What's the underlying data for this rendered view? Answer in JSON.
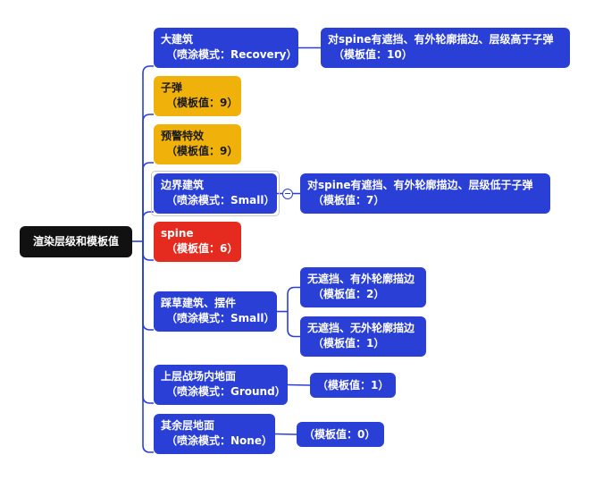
{
  "root": {
    "label": "渲染层级和模板值"
  },
  "branches": [
    {
      "id": "building",
      "line1": "大建筑",
      "line2": "（喷涂模式：Recovery）",
      "color": "blue",
      "children": [
        {
          "line1": "对spine有遮挡、有外轮廓描边、层级高于子弹",
          "line2": "（模板值：10）"
        }
      ]
    },
    {
      "id": "bullet",
      "line1": "子弹",
      "line2": "（模板值：9）",
      "color": "yellow",
      "children": []
    },
    {
      "id": "warning-fx",
      "line1": "预警特效",
      "line2": "（模板值：9）",
      "color": "yellow",
      "children": []
    },
    {
      "id": "border-building",
      "line1": "边界建筑",
      "line2": "（喷涂模式：Small）",
      "color": "blue",
      "children": [
        {
          "line1": "对spine有遮挡、有外轮廓描边、层级低于子弹",
          "line2": "（模板值：7）"
        }
      ]
    },
    {
      "id": "spine",
      "line1": "spine",
      "line2": "（模板值：6）",
      "color": "red",
      "children": []
    },
    {
      "id": "grass-building",
      "line1": "踩草建筑、摆件",
      "line2": "（喷涂模式：Small）",
      "color": "blue",
      "children": [
        {
          "line1": "无遮挡、有外轮廓描边",
          "line2": "（模板值：2）"
        },
        {
          "line1": "无遮挡、无外轮廓描边",
          "line2": "（模板值：1）"
        }
      ]
    },
    {
      "id": "upper-ground",
      "line1": "上层战场内地面",
      "line2": "（喷涂模式：Ground）",
      "color": "blue",
      "children": [
        {
          "line1": "（模板值：1）",
          "line2": ""
        }
      ]
    },
    {
      "id": "other-ground",
      "line1": "其余层地面",
      "line2": "（喷涂模式：None）",
      "color": "blue",
      "children": [
        {
          "line1": "（模板值：0）",
          "line2": ""
        }
      ]
    }
  ],
  "colors": {
    "blue": "#2a3fd6",
    "yellow": "#f0b20a",
    "red": "#e52b1f",
    "root": "#111111",
    "connector": "#2a3fd6"
  }
}
